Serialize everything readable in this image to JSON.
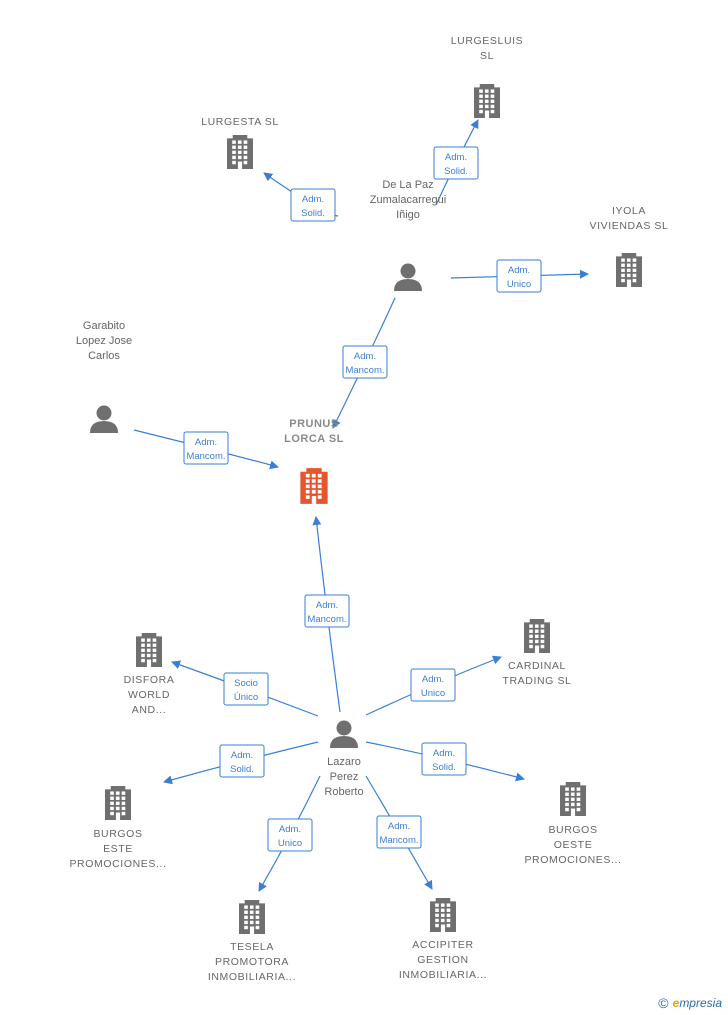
{
  "colors": {
    "edge": "#3a7fd5",
    "building": "#6f6f6f",
    "building_main": "#e8552d",
    "person": "#6f6f6f"
  },
  "nodes": [
    {
      "id": "prunus",
      "type": "company",
      "main": true,
      "lines": [
        "PRUNUS",
        "LORCA  SL"
      ]
    },
    {
      "id": "lurgesta",
      "type": "company",
      "lines": [
        "LURGESTA  SL"
      ]
    },
    {
      "id": "lurgesluis",
      "type": "company",
      "lines": [
        "LURGESLUIS",
        "SL"
      ]
    },
    {
      "id": "iyola",
      "type": "company",
      "lines": [
        "IYOLA",
        "VIVIENDAS  SL"
      ]
    },
    {
      "id": "delapaz",
      "type": "person",
      "lines": [
        "De La Paz",
        "Zumalacarregui",
        "Iñigo"
      ]
    },
    {
      "id": "garabito",
      "type": "person",
      "lines": [
        "Garabito",
        "Lopez Jose",
        "Carlos"
      ]
    },
    {
      "id": "lazaro",
      "type": "person",
      "lines": [
        "Lazaro",
        "Perez",
        "Roberto"
      ]
    },
    {
      "id": "disfora",
      "type": "company",
      "lines": [
        "DISFORA",
        "WORLD",
        "AND..."
      ]
    },
    {
      "id": "cardinal",
      "type": "company",
      "lines": [
        "CARDINAL",
        "TRADING  SL"
      ]
    },
    {
      "id": "burgos_este",
      "type": "company",
      "lines": [
        "BURGOS",
        "ESTE",
        "PROMOCIONES..."
      ]
    },
    {
      "id": "burgos_oeste",
      "type": "company",
      "lines": [
        "BURGOS",
        "OESTE",
        "PROMOCIONES..."
      ]
    },
    {
      "id": "tesela",
      "type": "company",
      "lines": [
        "TESELA",
        "PROMOTORA",
        "INMOBILIARIA..."
      ]
    },
    {
      "id": "accipiter",
      "type": "company",
      "lines": [
        "ACCIPITER",
        "GESTION",
        "INMOBILIARIA..."
      ]
    }
  ],
  "edges": [
    {
      "from": "delapaz",
      "to": "lurgesta",
      "label": [
        "Adm.",
        "Solid."
      ]
    },
    {
      "from": "delapaz",
      "to": "lurgesluis",
      "label": [
        "Adm.",
        "Solid."
      ]
    },
    {
      "from": "delapaz",
      "to": "iyola",
      "label": [
        "Adm.",
        "Unico"
      ]
    },
    {
      "from": "delapaz",
      "to": "prunus",
      "label": [
        "Adm.",
        "Mancom."
      ]
    },
    {
      "from": "garabito",
      "to": "prunus",
      "label": [
        "Adm.",
        "Mancom."
      ]
    },
    {
      "from": "lazaro",
      "to": "prunus",
      "label": [
        "Adm.",
        "Mancom."
      ]
    },
    {
      "from": "lazaro",
      "to": "disfora",
      "label": [
        "Socio",
        "Único"
      ]
    },
    {
      "from": "lazaro",
      "to": "cardinal",
      "label": [
        "Adm.",
        "Unico"
      ]
    },
    {
      "from": "lazaro",
      "to": "burgos_este",
      "label": [
        "Adm.",
        "Solid."
      ]
    },
    {
      "from": "lazaro",
      "to": "burgos_oeste",
      "label": [
        "Adm.",
        "Solid."
      ]
    },
    {
      "from": "lazaro",
      "to": "tesela",
      "label": [
        "Adm.",
        "Unico"
      ]
    },
    {
      "from": "lazaro",
      "to": "accipiter",
      "label": [
        "Adm.",
        "Mancom."
      ]
    }
  ],
  "footer": {
    "copyright": "©",
    "brand_initial": "e",
    "brand_rest": "mpresia"
  }
}
